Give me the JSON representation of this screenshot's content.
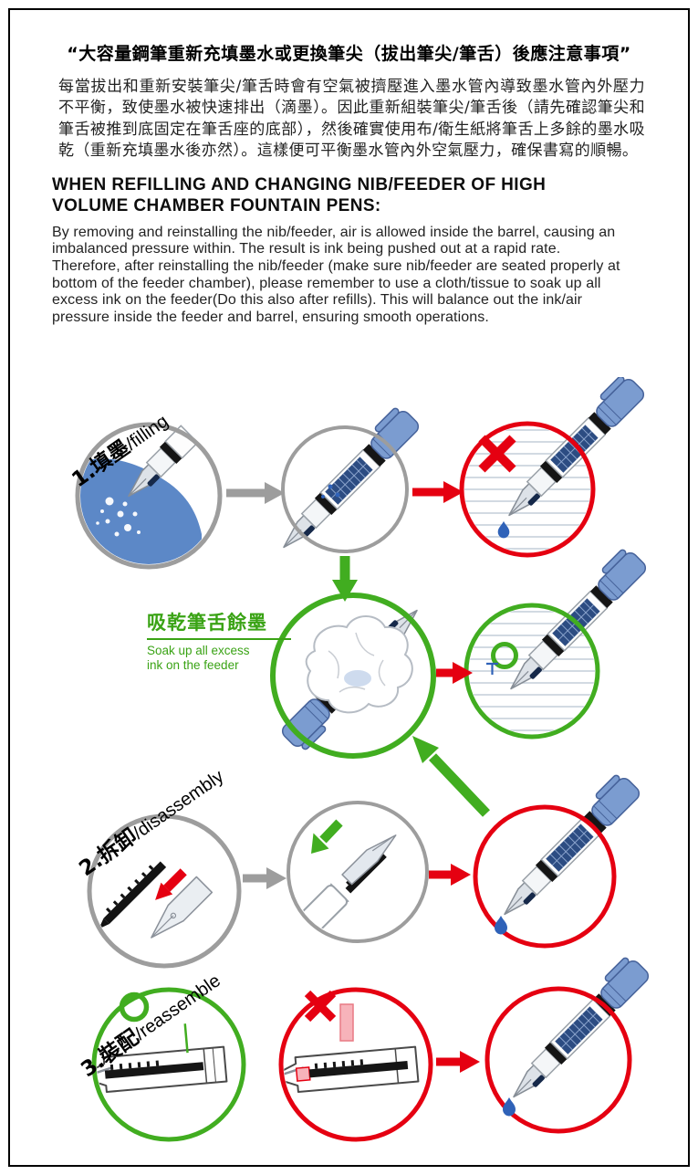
{
  "colors": {
    "accent_red": "#e50011",
    "accent_green": "#41ad20",
    "neutral_gray": "#9d9d9d",
    "ink_blue": "#2f62b8",
    "cap_blue": "#7b9cd0"
  },
  "header": {
    "title": "“大容量鋼筆重新充填墨水或更換筆尖（拔出筆尖/筆舌）後應注意事項”",
    "paragraph_zh": "每當拔出和重新安裝筆尖/筆舌時會有空氣被擠壓進入墨水管內導致墨水管內外壓力不平衡，致使墨水被快速排出（滴墨）。因此重新組裝筆尖/筆舌後（請先確認筆尖和筆舌被推到底固定在筆舌座的底部），然後確實使用布/衛生紙將筆舌上多餘的墨水吸乾（重新充填墨水後亦然）。這樣便可平衡墨水管內外空氣壓力，確保書寫的順暢。",
    "heading_en": "WHEN REFILLING AND CHANGING NIB/FEEDER OF HIGH VOLUME CHAMBER FOUNTAIN PENS:",
    "paragraph_en": "By removing and reinstalling the nib/feeder, air is allowed inside the barrel, causing an imbalanced pressure within. The result is ink being pushed out at a rapid rate. Therefore, after reinstalling the nib/feeder (make sure nib/feeder are seated properly at bottom of the feeder chamber), please remember to use a cloth/tissue to soak up all excess ink on the feeder(Do this also after refills). This will balance out the ink/air pressure inside the feeder and barrel, ensuring smooth operations."
  },
  "diagram": {
    "step1": {
      "zh": "1.填墨",
      "en": "/filling"
    },
    "step2": {
      "zh": "2.拆卸",
      "en": "/disassembly"
    },
    "step3": {
      "zh": "3.裝配",
      "en": "/reassemble"
    },
    "soak": {
      "title_zh": "吸乾筆舌餘墨",
      "subtitle_line1": "Soak up all excess",
      "subtitle_line2": "ink on the feeder"
    },
    "icons": {
      "wrong_mark": "x-mark",
      "correct_mark": "circle-mark",
      "ink_drop": "ink-drop",
      "gray_arrow": "arrow-right",
      "red_arrow": "arrow-right",
      "green_arrow_down": "arrow-down",
      "green_arrow_diagonal": "arrow-up-left"
    }
  }
}
